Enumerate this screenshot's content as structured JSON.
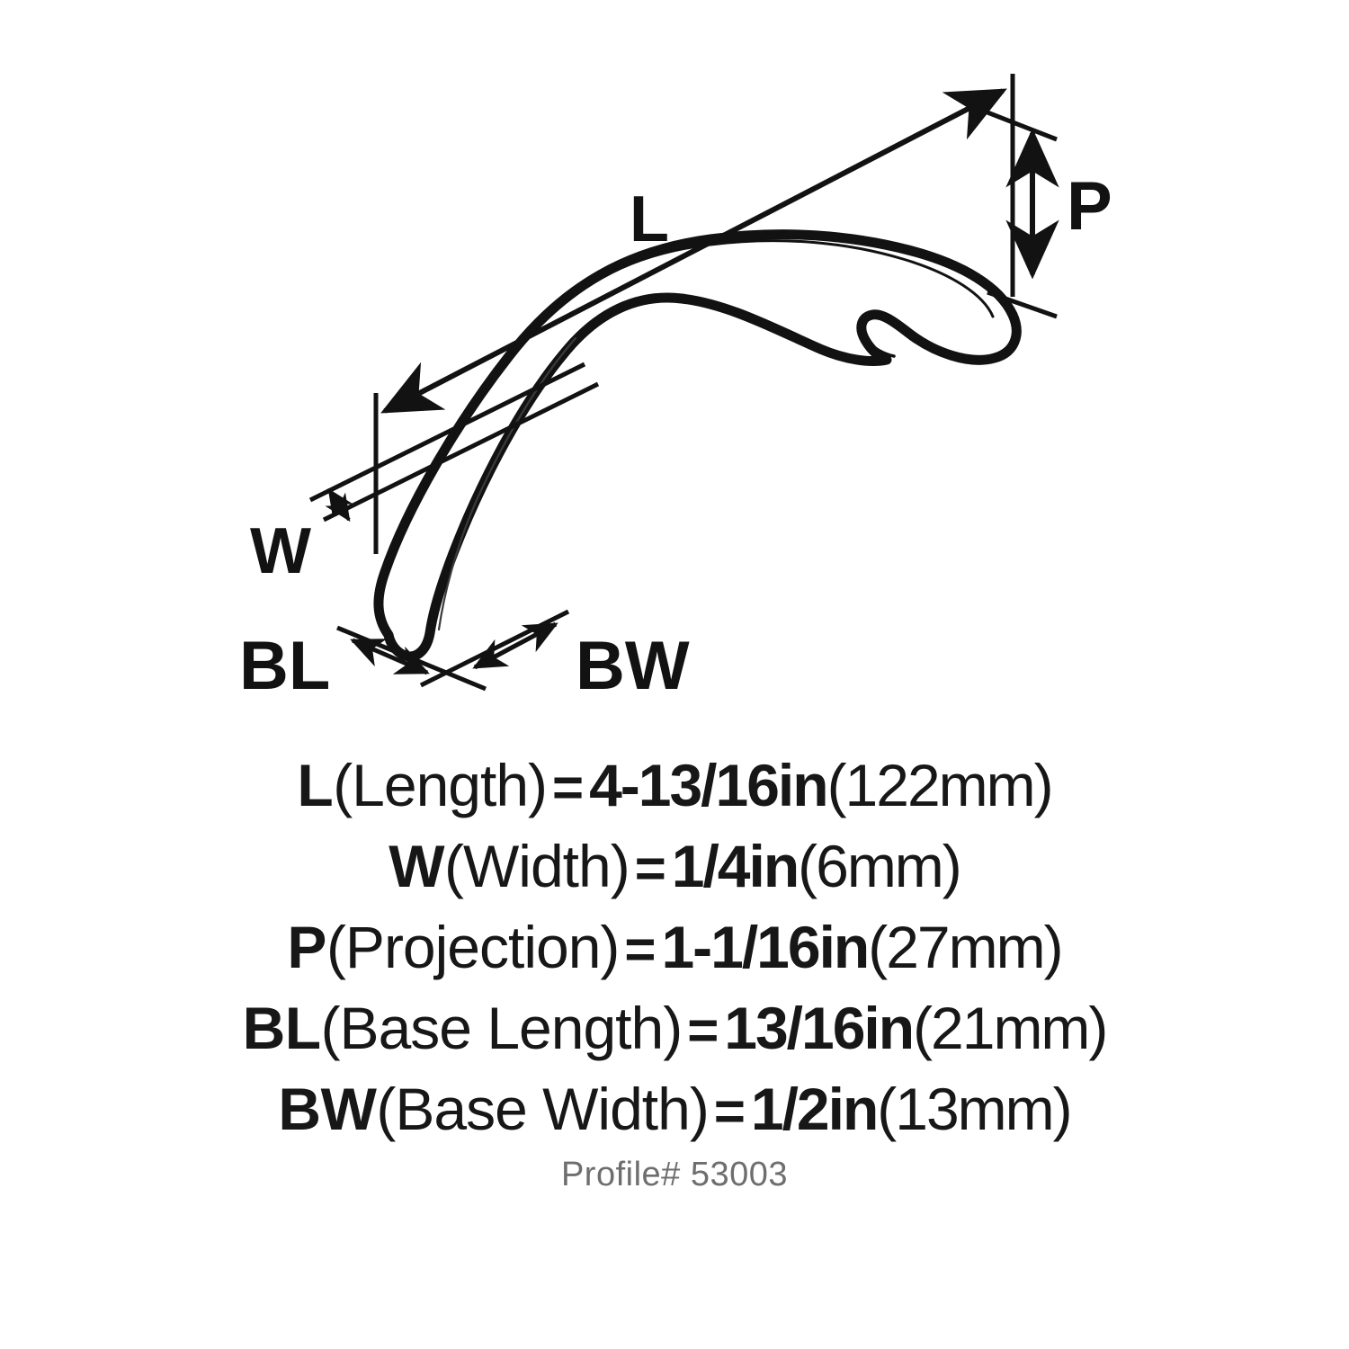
{
  "product": {
    "type": "cabinet-pull-handle",
    "profile_number_label": "Profile# 53003"
  },
  "diagram": {
    "labels": {
      "length": "L",
      "width": "W",
      "projection": "P",
      "base_length": "BL",
      "base_width": "BW"
    }
  },
  "specs": [
    {
      "code": "L",
      "name": "(Length)",
      "equals": "=",
      "value": "4-13/16in",
      "metric": "(122mm)"
    },
    {
      "code": "W",
      "name": "(Width)",
      "equals": "=",
      "value": "1/4in",
      "metric": "(6mm)"
    },
    {
      "code": "P",
      "name": "(Projection)",
      "equals": "=",
      "value": "1-1/16in",
      "metric": "(27mm)"
    },
    {
      "code": "BL",
      "name": "(Base Length)",
      "equals": "=",
      "value": "13/16in",
      "metric": "(21mm)"
    },
    {
      "code": "BW",
      "name": "(Base Width)",
      "equals": "=",
      "value": "1/2in",
      "metric": "(13mm)"
    }
  ],
  "colors": {
    "ink": "#121212",
    "spec_text": "#171717",
    "profile_text": "#6e6e6e",
    "background": "#ffffff"
  }
}
